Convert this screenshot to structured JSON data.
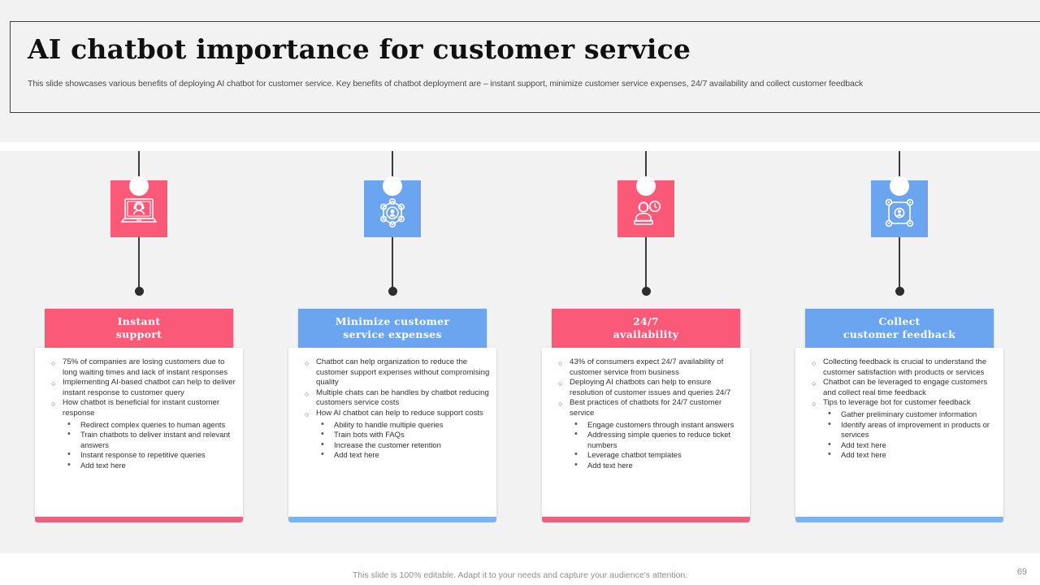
{
  "slide": {
    "title": "AI chatbot importance for customer service",
    "subtitle": "This slide showcases various benefits of deploying AI chatbot for customer service. Key benefits of chatbot deployment are – instant support, minimize customer service expenses, 24/7 availability and collect customer feedback",
    "footer_note": "This slide is 100% editable. Adapt it to your needs and capture your audience's attention.",
    "page_number": "69"
  },
  "colors": {
    "pink": "#fa5a78",
    "pink_accent": "#e8637d",
    "blue": "#6ba5f0",
    "blue_accent": "#7fb3ef",
    "background": "#f2f2f2",
    "card": "#ffffff",
    "connector": "#3a3a3a",
    "title": "#101010"
  },
  "columns": [
    {
      "id": "instant-support",
      "icon_name": "laptop-support-agent-icon",
      "color": "#fa5a78",
      "accent": "#e8637d",
      "title_line1": "Instant",
      "title_line2": "support",
      "bullets": [
        {
          "text": "75% of companies are losing customers due to long waiting times and lack of instant responses",
          "sub": []
        },
        {
          "text": "Implementing  AI-based chatbot can help to deliver instant response to customer query",
          "sub": []
        },
        {
          "text": "How chatbot is beneficial for instant customer response",
          "sub": [
            "Redirect complex queries to human agents",
            "Train chatbots to deliver instant and relevant answers",
            "Instant response to repetitive queries",
            "Add text here"
          ]
        }
      ]
    },
    {
      "id": "minimize-customer-service-expenses",
      "icon_name": "people-network-hub-icon",
      "color": "#6ba5f0",
      "accent": "#7fb3ef",
      "title_line1": "Minimize customer",
      "title_line2": "service expenses",
      "bullets": [
        {
          "text": "Chatbot can help organization to reduce the customer support expenses without compromising quality",
          "sub": []
        },
        {
          "text": "Multiple  chats can be handles by chatbot reducing customers service costs",
          "sub": []
        },
        {
          "text": "How AI chatbot can help to reduce support costs",
          "sub": [
            "Ability to handle  multiple  queries",
            "Train bots with FAQs",
            "Increase the customer retention",
            "Add text here"
          ]
        }
      ]
    },
    {
      "id": "24-7-availability",
      "icon_name": "agent-clock-icon",
      "color": "#fa5a78",
      "accent": "#e8637d",
      "title_line1": "24/7",
      "title_line2": "availability",
      "bullets": [
        {
          "text": "43% of consumers expect 24/7 availability of customer service from business",
          "sub": []
        },
        {
          "text": "Deploying  AI chatbots can help to ensure resolution of customer issues and queries 24/7",
          "sub": []
        },
        {
          "text": "Best practices of chatbots for 24/7 customer service",
          "sub": [
            "Engage  customers through instant answers",
            "Addressing simple queries to reduce ticket numbers",
            "Leverage chatbot templates",
            "Add text here"
          ]
        }
      ]
    },
    {
      "id": "collect-customer-feedback",
      "icon_name": "user-feedback-network-icon",
      "color": "#6ba5f0",
      "accent": "#7fb3ef",
      "title_line1": "Collect",
      "title_line2": "customer feedback",
      "bullets": [
        {
          "text": "Collecting  feedback is crucial to understand the customer satisfaction with products or services",
          "sub": []
        },
        {
          "text": "Chatbot can be leveraged to engage customers and collect real time  feedback",
          "sub": []
        },
        {
          "text": "Tips to leverage bot for customer feedback",
          "sub": [
            "Gather preliminary customer information",
            "Identify areas of improvement in products or services",
            "Add text here",
            "Add text here"
          ]
        }
      ]
    }
  ]
}
